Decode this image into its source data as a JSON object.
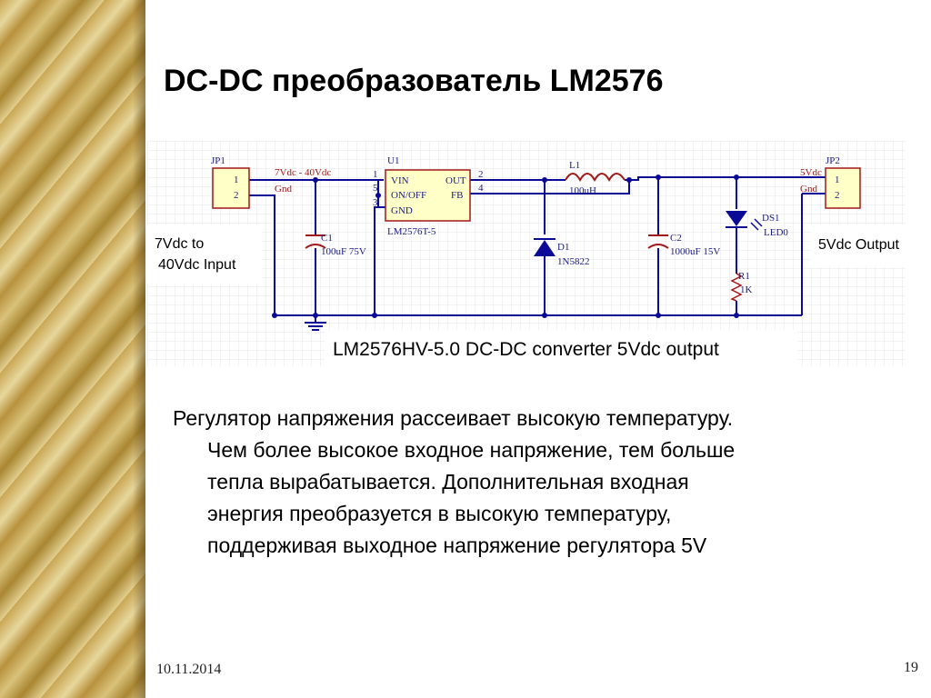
{
  "title": "DC-DC преобразователь LM2576",
  "schematic": {
    "jp1": {
      "ref": "JP1",
      "pin1": "1",
      "pin2": "2",
      "net1": "7Vdc - 40Vdc",
      "net2": "Gnd"
    },
    "jp2": {
      "ref": "JP2",
      "pin1": "1",
      "pin2": "2",
      "net1": "5Vdc",
      "net2": "Gnd"
    },
    "u1": {
      "ref": "U1",
      "part": "LM2576T-5",
      "pin_vin": "VIN",
      "pin_out": "OUT",
      "pin_onoff": "ON/OFF",
      "pin_fb": "FB",
      "pin_gnd": "GND",
      "n1": "1",
      "n5": "5",
      "n3": "3",
      "n2": "2",
      "n4": "4"
    },
    "l1": {
      "ref": "L1",
      "value": "100uH"
    },
    "c1": {
      "ref": "C1",
      "value": "100uF 75V"
    },
    "c2": {
      "ref": "C2",
      "value": "1000uF 15V"
    },
    "d1": {
      "ref": "D1",
      "value": "1N5822"
    },
    "ds1": {
      "ref": "DS1",
      "value": "LED0"
    },
    "r1": {
      "ref": "R1",
      "value": "1K"
    },
    "input_label_line1": "7Vdc to",
    "input_label_line2": "40Vdc Input",
    "output_label": "5Vdc Output",
    "caption": "LM2576HV-5.0 DC-DC converter 5Vdc output"
  },
  "body": {
    "line1": "Регулятор напряжения рассеивает высокую температуру.",
    "line2": "Чем более высокое входное напряжение, тем больше",
    "line3": "тепла вырабатывается. Дополнительная входная",
    "line4": "энергия преобразуется в высокую температуру,",
    "line5": "поддерживая выходное напряжение регулятора 5V"
  },
  "footer": {
    "date": "10.11.2014",
    "page": "19"
  },
  "colors": {
    "wire": "#0a0a96",
    "component": "#a01818",
    "label": "#1a1a80",
    "grid": "#e6e6e6",
    "part_fill": "#ffffc8"
  }
}
